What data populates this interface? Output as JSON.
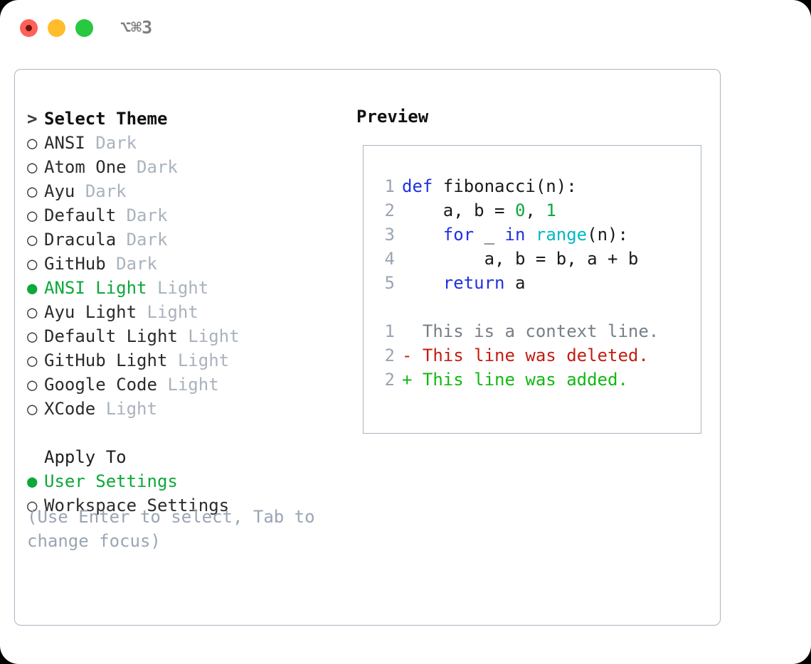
{
  "titlebar": {
    "shortcut": "⌥⌘3",
    "buttons": [
      {
        "name": "close",
        "color": "#ff6058"
      },
      {
        "name": "minimize",
        "color": "#ffbd2e"
      },
      {
        "name": "maximize",
        "color": "#28c840"
      }
    ]
  },
  "theme_picker": {
    "header_prefix": "> ",
    "header": "Select Theme",
    "selected_bullet": "●",
    "unselected_bullet": "○",
    "accent_color": "#0ca83a",
    "tag_color": "#a9b2bd",
    "items": [
      {
        "bullet": "○",
        "name": "ANSI",
        "tag": "Dark",
        "selected": false
      },
      {
        "bullet": "○",
        "name": "Atom One",
        "tag": "Dark",
        "selected": false
      },
      {
        "bullet": "○",
        "name": "Ayu",
        "tag": "Dark",
        "selected": false
      },
      {
        "bullet": "○",
        "name": "Default",
        "tag": "Dark",
        "selected": false
      },
      {
        "bullet": "○",
        "name": "Dracula",
        "tag": "Dark",
        "selected": false
      },
      {
        "bullet": "○",
        "name": "GitHub",
        "tag": "Dark",
        "selected": false
      },
      {
        "bullet": "●",
        "name": "ANSI Light",
        "tag": "Light",
        "selected": true
      },
      {
        "bullet": "○",
        "name": "Ayu Light",
        "tag": "Light",
        "selected": false
      },
      {
        "bullet": "○",
        "name": "Default Light",
        "tag": "Light",
        "selected": false
      },
      {
        "bullet": "○",
        "name": "GitHub Light",
        "tag": "Light",
        "selected": false
      },
      {
        "bullet": "○",
        "name": "Google Code",
        "tag": "Light",
        "selected": false
      },
      {
        "bullet": "○",
        "name": "XCode",
        "tag": "Light",
        "selected": false
      }
    ]
  },
  "apply_to": {
    "label": "Apply To",
    "options": [
      {
        "bullet": "●",
        "label": "User Settings",
        "selected": true
      },
      {
        "bullet": "○",
        "label": "Workspace Settings",
        "selected": false
      }
    ]
  },
  "hint": "(Use Enter to select, Tab to change focus)",
  "preview": {
    "title": "Preview",
    "code_lines": [
      {
        "no": "1",
        "tokens": [
          {
            "t": "def",
            "c": "kw"
          },
          {
            "t": " fibonacci(n):",
            "c": "plain"
          }
        ]
      },
      {
        "no": "2",
        "tokens": [
          {
            "t": "    a, b = ",
            "c": "plain"
          },
          {
            "t": "0",
            "c": "num"
          },
          {
            "t": ", ",
            "c": "plain"
          },
          {
            "t": "1",
            "c": "num"
          }
        ]
      },
      {
        "no": "3",
        "tokens": [
          {
            "t": "    ",
            "c": "plain"
          },
          {
            "t": "for",
            "c": "kw"
          },
          {
            "t": " _ ",
            "c": "plain"
          },
          {
            "t": "in",
            "c": "kw"
          },
          {
            "t": " ",
            "c": "plain"
          },
          {
            "t": "range",
            "c": "fn"
          },
          {
            "t": "(n):",
            "c": "plain"
          }
        ]
      },
      {
        "no": "4",
        "tokens": [
          {
            "t": "        a, b = b, a + b",
            "c": "plain"
          }
        ]
      },
      {
        "no": "5",
        "tokens": [
          {
            "t": "    ",
            "c": "plain"
          },
          {
            "t": "return",
            "c": "kw"
          },
          {
            "t": " a",
            "c": "plain"
          }
        ]
      }
    ],
    "diff_lines": [
      {
        "no": "1",
        "marker": " ",
        "text": " This is a context line.",
        "kind": "ctx"
      },
      {
        "no": "2",
        "marker": "-",
        "text": " This line was deleted.",
        "kind": "del"
      },
      {
        "no": "2",
        "marker": "+",
        "text": " This line was added.",
        "kind": "add"
      }
    ],
    "colors": {
      "keyword": "#1f31e0",
      "function": "#00b8c4",
      "number": "#0ca83a",
      "plain": "#1a1a1a",
      "context": "#777f86",
      "deleted": "#c21e12",
      "added": "#12b812",
      "lineno": "#9aa5b4"
    }
  }
}
